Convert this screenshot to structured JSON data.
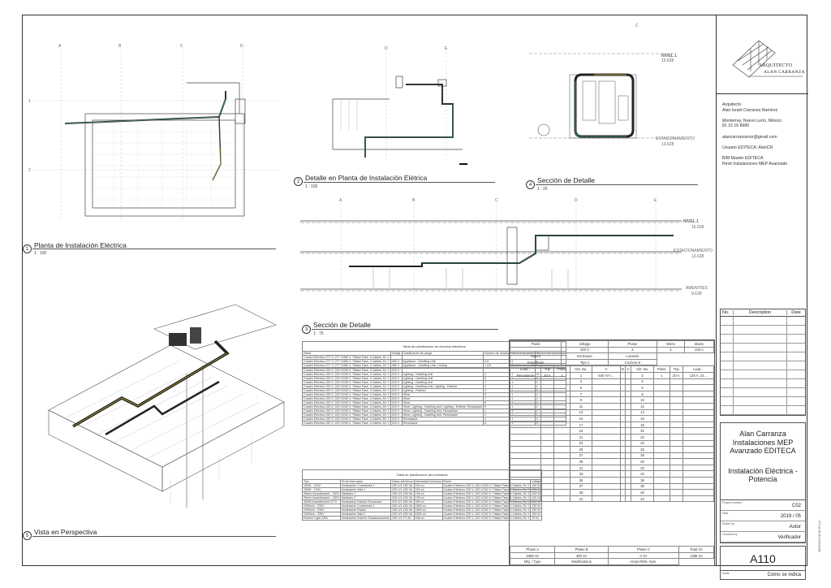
{
  "grid": {
    "plan_cols": [
      "A",
      "B",
      "C",
      "D"
    ],
    "detail_cols": [
      "D",
      "E"
    ],
    "section_cols": [
      "A",
      "B",
      "C",
      "D",
      "E"
    ],
    "rows": [
      "1",
      "2"
    ],
    "detail4_col": "C"
  },
  "levels": {
    "nivel": "NIVEL 1",
    "nivel_elev": "16.628",
    "estacionamiento": "ESTACIONAMIENTO",
    "estacionamiento_elev": "13.628",
    "amenities": "AMENITIES",
    "amenities_elev": "9.628"
  },
  "viewports": {
    "v1": {
      "num": "1",
      "title": "Planta de Instalación Eléctrica",
      "scale": "1 : 100"
    },
    "v2": {
      "num": "2",
      "title": "Detalle en Planta de Instalación Elétrica",
      "scale": "1 : 100"
    },
    "v3": {
      "num": "3",
      "title": "Sección de Detalle",
      "scale": "1 : 75"
    },
    "v4": {
      "num": "4",
      "title": "Sección de Detalle",
      "scale": "1 : 25"
    },
    "v5": {
      "num": "5",
      "title": "Vista en Perspectiva",
      "scale": ""
    }
  },
  "titleblock": {
    "logo_line1": "ARQUITECTO",
    "logo_line2": "ALAN CARRANZA",
    "info": [
      "Arquitecto",
      "Alan Israel Carranza Ramírez",
      "",
      "Monterrey, Nuevo León, México",
      "81 15 16 8680",
      "",
      "alancarranzarmz@gmail.com",
      "",
      "Usuario EDITECA: AlanCR",
      "",
      "BIM Master EDITECA",
      "Revit Instalaciones MEP Avanzado"
    ],
    "rev_headers": {
      "no": "No.",
      "desc": "Description",
      "date": "Date"
    },
    "project_lines": [
      "Alan Carranza",
      "Instalaciones MEP",
      "Avanzado EDITECA"
    ],
    "sheet_name_lines": [
      "Instalación Eléctrica -",
      "Potencia"
    ],
    "project_number_label": "Project number",
    "project_number": "C02",
    "date_label": "Date",
    "date": "2019 / 05",
    "drawn_label": "Drawn by",
    "drawn": "Autor",
    "checked_label": "Checked by",
    "checked": "Verificador",
    "sheet_number": "A110",
    "scale_label": "Scale",
    "scale": "Como se indica",
    "side_text": "28/09/2019 08:26:39 a.m."
  },
  "circuit_schedule": {
    "title": "Tabla de planificación de circuitos eléctricos",
    "headers": [
      "Panel",
      "Voltaje",
      "Clasificación de carga",
      "Número de circuito",
      "Número de polos",
      "Número de elementos"
    ],
    "rows": [
      [
        "Cuadro Eléctrico 277 V, 277 V/480 V, Trifase Fase, 6 Cables, En Y",
        "",
        "",
        "",
        "",
        ""
      ],
      [
        "Cuadro Eléctrico 277 V, 277 V/480 V, Trifase Fase, 4 Cables, En Y",
        "480 V",
        "Appliance - Dwelling Unit",
        "3,5",
        "2",
        "1"
      ],
      [
        "Cuadro Eléctrico 277 V, 277 V/480 V, Trifase Fase, 4 Cables, En Y",
        "480 V",
        "Appliance - Dwelling Unit, Cooling",
        "1,3,5",
        "3",
        "2"
      ],
      [
        "",
        "",
        "",
        "",
        "",
        ""
      ],
      [
        "Cuadro Eléctrico 220 V, 220 V/240 V, Trifase Fase, 4 Cables, En Y",
        "220 V",
        "",
        "",
        "",
        ""
      ],
      [
        "Cuadro Eléctrico 220 V, 220 V/240 V, Trifase Fase, 4 Cables, En Y",
        "220 V",
        "Lighting - Dwelling Unit",
        "4",
        "1",
        "11"
      ],
      [
        "Cuadro Eléctrico 220 V, 220 V/240 V, Trifase Fase, 4 Cables, En Y",
        "220 V",
        "Lighting - Dwelling Unit",
        "6",
        "1",
        "6"
      ],
      [
        "Cuadro Eléctrico 220 V, 220 V/240 V, Trifase Fase, 4 Cables, En Y",
        "220 V",
        "Lighting - Dwelling Unit",
        "7",
        "1",
        "4"
      ],
      [
        "Cuadro Eléctrico 220 V, 220 V/240 V, Trifase Fase, 4 Cables, En Y",
        "220 V",
        "Lighting - Dwelling Unit, Lighting - Exterior",
        "2",
        "1",
        "4"
      ],
      [
        "Cuadro Eléctrico 220 V, 220 V/240 V, Trifase Fase, 4 Cables, En Y",
        "220 V",
        "Lighting - Exterior",
        "3",
        "1",
        "6"
      ],
      [
        "Cuadro Eléctrico 220 V, 220 V/240 V, Trifase Fase, 4 Cables, En Y",
        "220 V",
        "Other",
        "5",
        "1",
        "4"
      ],
      [
        "Cuadro Eléctrico 220 V, 220 V/240 V, Trifase Fase, 4 Cables, En Y",
        "220 V",
        "Other",
        "7",
        "1",
        "4"
      ],
      [
        "Cuadro Eléctrico 220 V, 220 V/240 V, Trifase Fase, 4 Cables, En Y",
        "220 V",
        "Other",
        "8",
        "1",
        "4"
      ],
      [
        "Cuadro Eléctrico 220 V, 220 V/240 V, Trifase Fase, 4 Cables, En Y",
        "220 V",
        "Other, Lighting - Dwelling Unit, Lighting - Exterior, Receptacle",
        "9",
        "1",
        "1"
      ],
      [
        "Cuadro Eléctrico 220 V, 220 V/240 V, Trifase Fase, 4 Cables, En Y",
        "220 V",
        "Other, Lighting - Dwelling Unit, Receptacle",
        "1",
        "1",
        "1"
      ],
      [
        "Cuadro Eléctrico 220 V, 220 V/240 V, Trifase Fase, 4 Cables, En Y",
        "220 V",
        "Other, Lighting - Dwelling Unit, Receptacle",
        "2",
        "1",
        "1"
      ],
      [
        "Cuadro Eléctrico 220 V, 220 V/240 V, Trifase Fase, 4 Cables, En Y",
        "220 V",
        "Receptacle",
        "1",
        "1",
        "3"
      ],
      [
        "Cuadro Eléctrico 220 V, 220 V/240 V, Trifase Fase, 4 Cables, En Y",
        "220 V",
        "Receptacle",
        "5",
        "1",
        "4"
      ]
    ]
  },
  "lighting_schedule": {
    "title": "Tabla de planificación de luminarias",
    "headers": [
      "Tipo",
      "ID de interruptor",
      "Datos eléctricos",
      "Intensidad luminosa",
      "Panel",
      "Voltaje"
    ],
    "rows": [
      [
        "150W - 120V",
        "Iluminación Comedores 1",
        "230 V/1-150 VA",
        "215 cd",
        "Cuadro Eléctrico 220 V, 220 V/240 V, Trifase Fase, 4 Cables, En Y",
        "150 W"
      ],
      [
        "150W - 120V",
        "Iluminación Sala 1",
        "230 V/1-150 VA",
        "215 cd",
        "Cuadro Eléctrico 220 V, 220 V/240 V, Trifase Fase, 4 Cables, En Y",
        "150 W"
      ],
      [
        "26mm Incandescent - 230V",
        "Sanitario 1",
        "230 V/1-100 VA",
        "139 cd",
        "Cuadro Eléctrico 220 V, 220 V/240 V, Trifase Fase, 4 Cables, En Y",
        "100 W"
      ],
      [
        "26mm Incandescent - 230V",
        "Sanitario 2",
        "230 V/1-100 VA",
        "139 cd",
        "Cuadro Eléctrico 220 V, 220 V/240 V, Trifase Fase, 4 Cables, En Y",
        "100 W"
      ],
      [
        "300W Incandescent 277V",
        "Iluminación Exterior Recamara",
        "220 V/1-300 VA",
        "465 cd",
        "Cuadro Eléctrico 220 V, 220 V/240 V, Trifase Fase, 4 Cables, En Y",
        "300 W"
      ],
      [
        "2400mm - 230V",
        "Iluminación Comedores 1",
        "230 V/1-150 VA",
        "1600 cd",
        "Cuadro Eléctrico 220 V, 220 V/240 V, Trifase Fase, 4 Cables, En Y",
        "150 W"
      ],
      [
        "2400mm - 230V",
        "Iluminación Pasillo",
        "230 V/1-150 VA",
        "1600 cd",
        "Cuadro Eléctrico 220 V, 220 V/240 V, Trifase Fase, 4 Cables, En Y",
        "150 W"
      ],
      [
        "2400mm - 230V",
        "Iluminación Sala 2",
        "230 V/1-150 VA",
        "1600 cd",
        "Cuadro Eléctrico 220 V, 220 V/240 V, Trifase Fase, 4 Cables, En Y",
        "150 W"
      ],
      [
        "Exterior Light 230V",
        "Iluminación Exterior Estacionamiento",
        "230 V/1-70 VA",
        "438 cd",
        "Cuadro Eléctrico 220 V, 220 V/240 V, Trifase Fase, 4 Cables, En Y",
        "70 W"
      ]
    ]
  },
  "panel": {
    "head_labels": [
      "Panel",
      "Voltage",
      "Phase",
      "Wires",
      "Mains"
    ],
    "head_values": [
      "",
      "220 V",
      "3",
      "4",
      "220 A"
    ],
    "sub_labels": [
      "Mount",
      "Enclosure",
      "Location"
    ],
    "sub_values": [
      "Empotrado",
      "Tipo 1",
      "Cochera 8"
    ],
    "col_headers": [
      "Load...",
      "Trip",
      "Poles",
      "Ckt. No.",
      "A",
      "B",
      "C",
      "Ckt. No.",
      "Poles",
      "Trip",
      "Load..."
    ],
    "first_row": [
      "Receptacle",
      "20 A",
      "1",
      "1",
      "540 VA /...",
      "",
      "",
      "2",
      "1",
      "20 A",
      "125 A, 22..."
    ],
    "odd_ckts": [
      "3",
      "5",
      "7",
      "9",
      "11",
      "13",
      "15",
      "17",
      "19",
      "21",
      "23",
      "25",
      "27",
      "29",
      "31",
      "33",
      "35",
      "37",
      "39",
      "41"
    ],
    "even_ckts": [
      "4",
      "6",
      "8",
      "10",
      "12",
      "14",
      "16",
      "18",
      "20",
      "22",
      "24",
      "26",
      "28",
      "30",
      "32",
      "34",
      "36",
      "38",
      "40",
      "42"
    ],
    "phase_labels": [
      "Phase A",
      "Phase B",
      "Phase C",
      "Total VA"
    ],
    "phase_values": [
      "1089 VA",
      "300 VA",
      "0 VA",
      "1388 VA"
    ],
    "footer": [
      "Mfg. / Type",
      "Modifications",
      "Amps RMS. Sym."
    ]
  }
}
